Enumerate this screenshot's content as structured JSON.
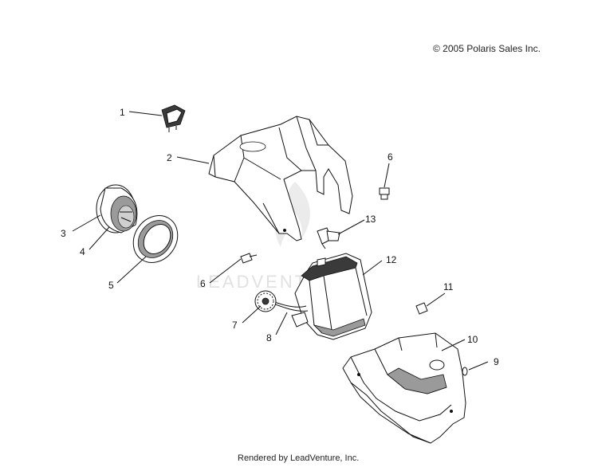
{
  "copyright": "© 2005 Polaris Sales Inc.",
  "footer": "Rendered by LeadVenture, Inc.",
  "watermark": "LEADVENTURE",
  "callouts": [
    "1",
    "2",
    "3",
    "4",
    "5",
    "6",
    "6",
    "7",
    "8",
    "9",
    "10",
    "11",
    "12",
    "13"
  ]
}
